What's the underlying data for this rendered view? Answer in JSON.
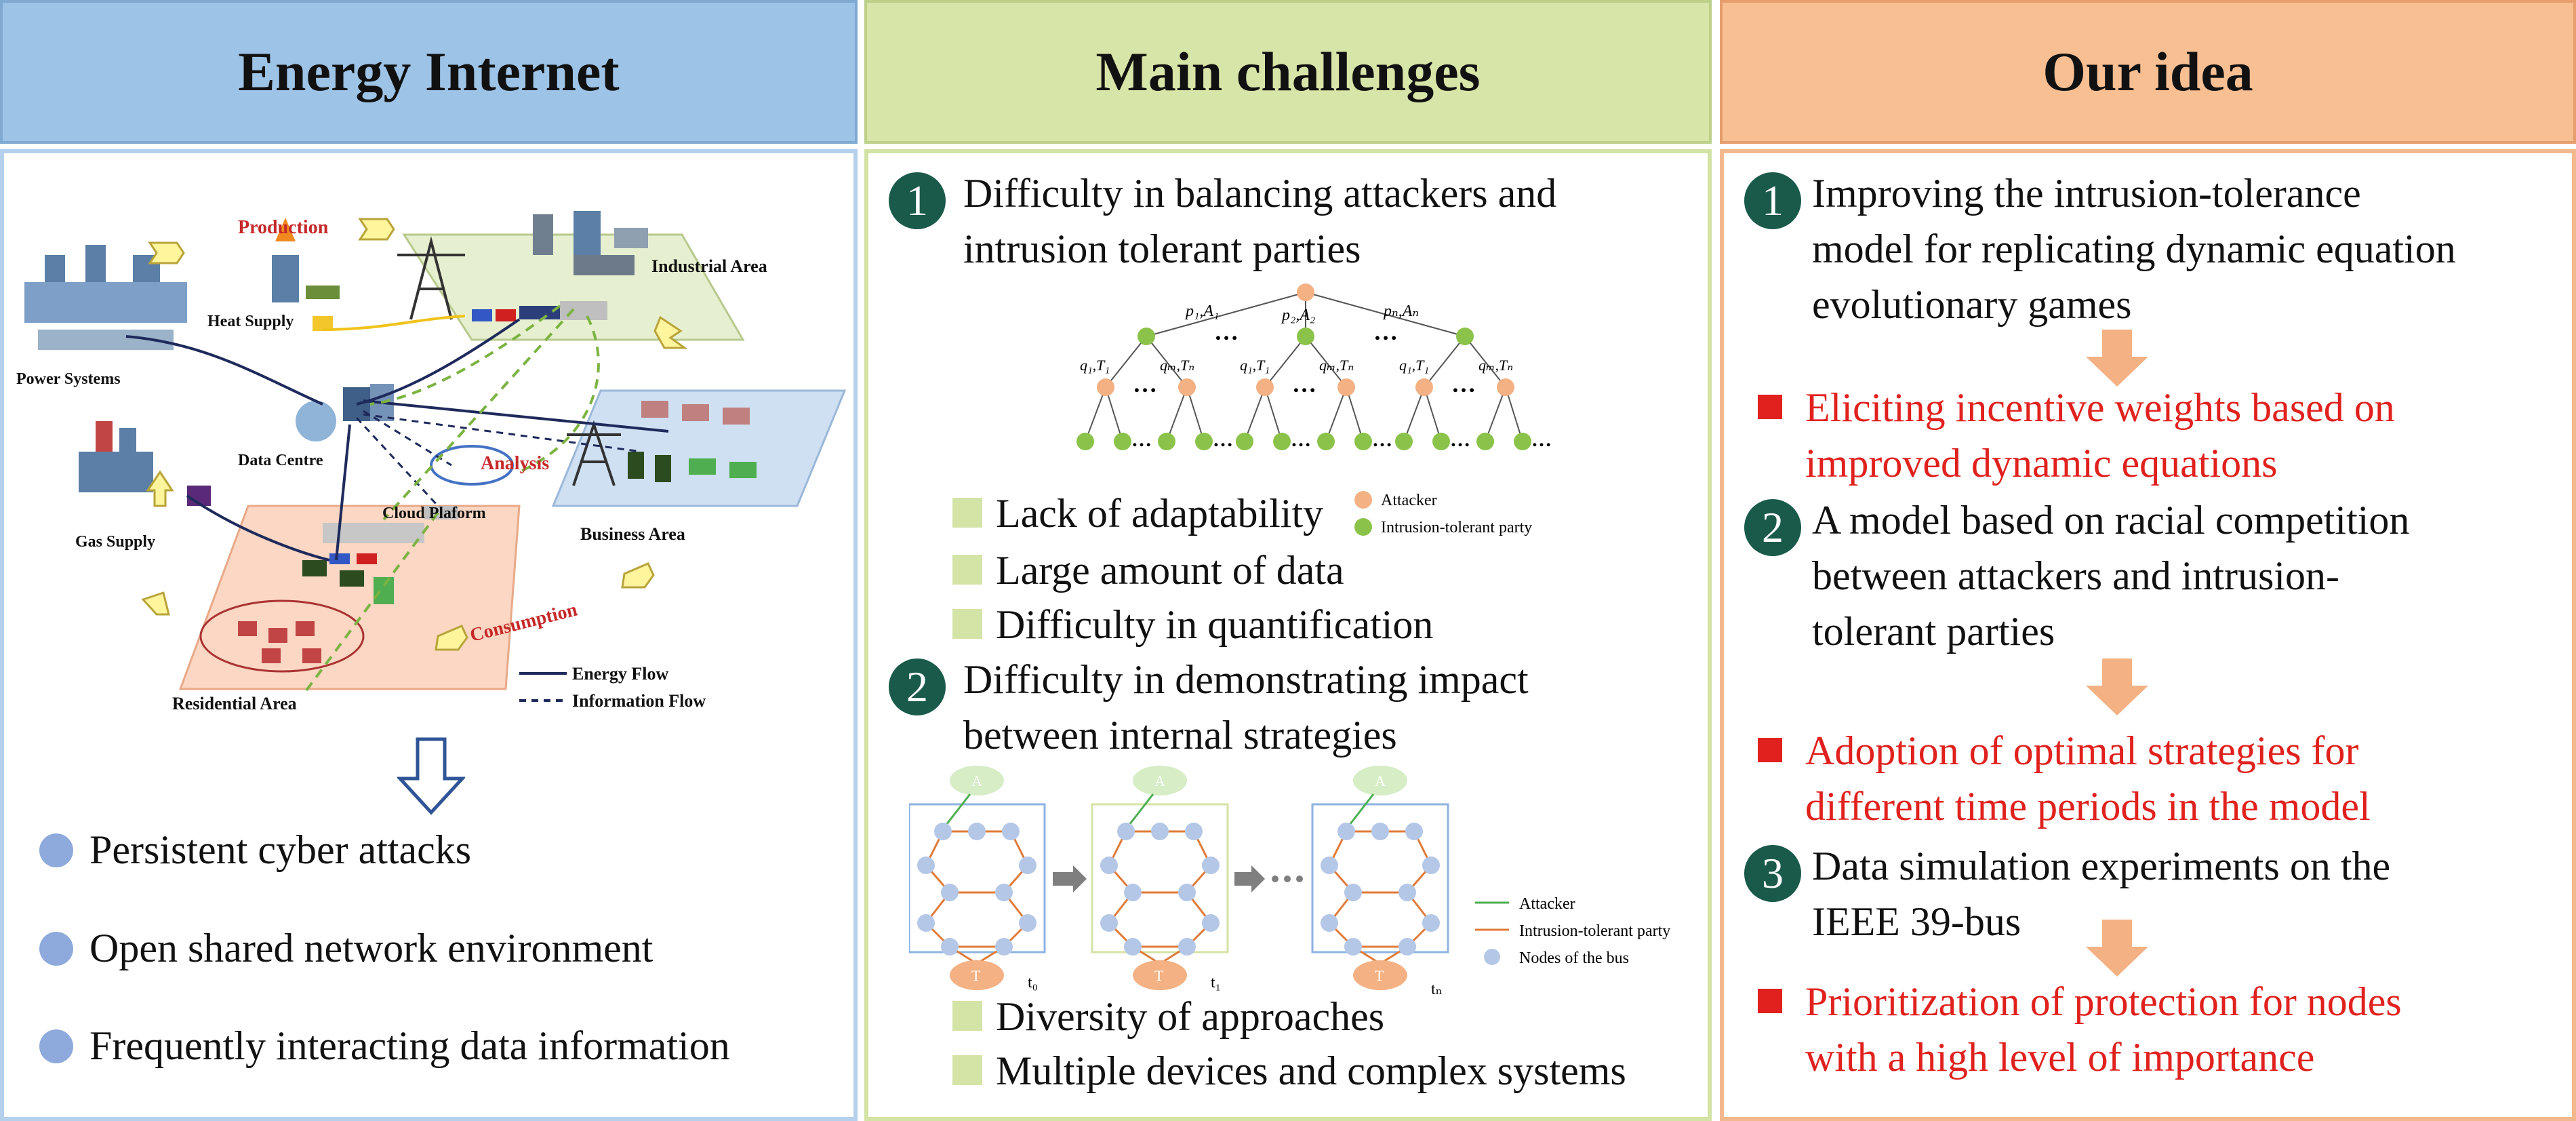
{
  "col1": {
    "header": "Energy Internet",
    "diagram": {
      "production": "Production",
      "heat_supply": "Heat Supply",
      "industrial_area": "Industrial Area",
      "power_systems": "Power Systems",
      "data_centre": "Data Centre",
      "analysis": "Analysis",
      "cloud_platform": "Cloud  Plaform",
      "business_area": "Business Area",
      "gas_supply": "Gas Supply",
      "consumption": "Consumption",
      "residential_area": "Residential Area",
      "energy_flow": "Energy Flow",
      "information_flow": "Information Flow"
    },
    "bullets": [
      "Persistent cyber attacks",
      "Open shared network environment",
      "Frequently interacting data information"
    ]
  },
  "col2": {
    "header": "Main challenges",
    "c1_num": "1",
    "c1_lines": [
      "Difficulty in balancing attackers and",
      "intrusion tolerant parties"
    ],
    "tree_legend": {
      "attacker": "Attacker",
      "tolerant": "Intrusion-tolerant party"
    },
    "tree_labels": {
      "p1": "p₁,A₁",
      "p2": "p₂,A₂",
      "pn": "pₙ,Aₙ",
      "q1": "q₁,T₁",
      "qm": "qₘ,Tₙ"
    },
    "c1_bullets": [
      "Lack of adaptability",
      "Large amount of data",
      "Difficulty in quantification"
    ],
    "c2_num": "2",
    "c2_lines": [
      "Difficulty in demonstrating impact",
      "between internal strategies"
    ],
    "net_legend": {
      "attacker": "Attacker",
      "tolerant": "Intrusion-tolerant  party",
      "nodes": "Nodes of the bus"
    },
    "net_labels": {
      "a": "A",
      "t": "T",
      "t0": "t₀",
      "t1": "t₁",
      "tn": "tₙ"
    },
    "c2_bullets": [
      "Diversity of approaches",
      "Multiple devices and complex systems"
    ]
  },
  "col3": {
    "header": "Our idea",
    "i1_num": "1",
    "i1_lines": [
      "Improving the intrusion-tolerance",
      "model for replicating dynamic equation",
      "evolutionary games"
    ],
    "r1_lines": [
      "Eliciting incentive weights based on",
      "improved dynamic equations"
    ],
    "i2_num": "2",
    "i2_lines": [
      "A model based on racial competition",
      "between attackers and intrusion-",
      "tolerant parties"
    ],
    "r2_lines": [
      "Adoption of optimal strategies for",
      "different time periods in the model"
    ],
    "i3_num": "3",
    "i3_lines": [
      "Data simulation experiments on the",
      "IEEE 39-bus"
    ],
    "r3_lines": [
      "Prioritization of protection for nodes",
      "with a high level of importance"
    ]
  },
  "colors": {
    "blue_header": "#9dc3e6",
    "green_header": "#d7e5a8",
    "orange_header": "#f8bf93",
    "red_text": "#e0211d",
    "circle": "#1a5a4b"
  }
}
